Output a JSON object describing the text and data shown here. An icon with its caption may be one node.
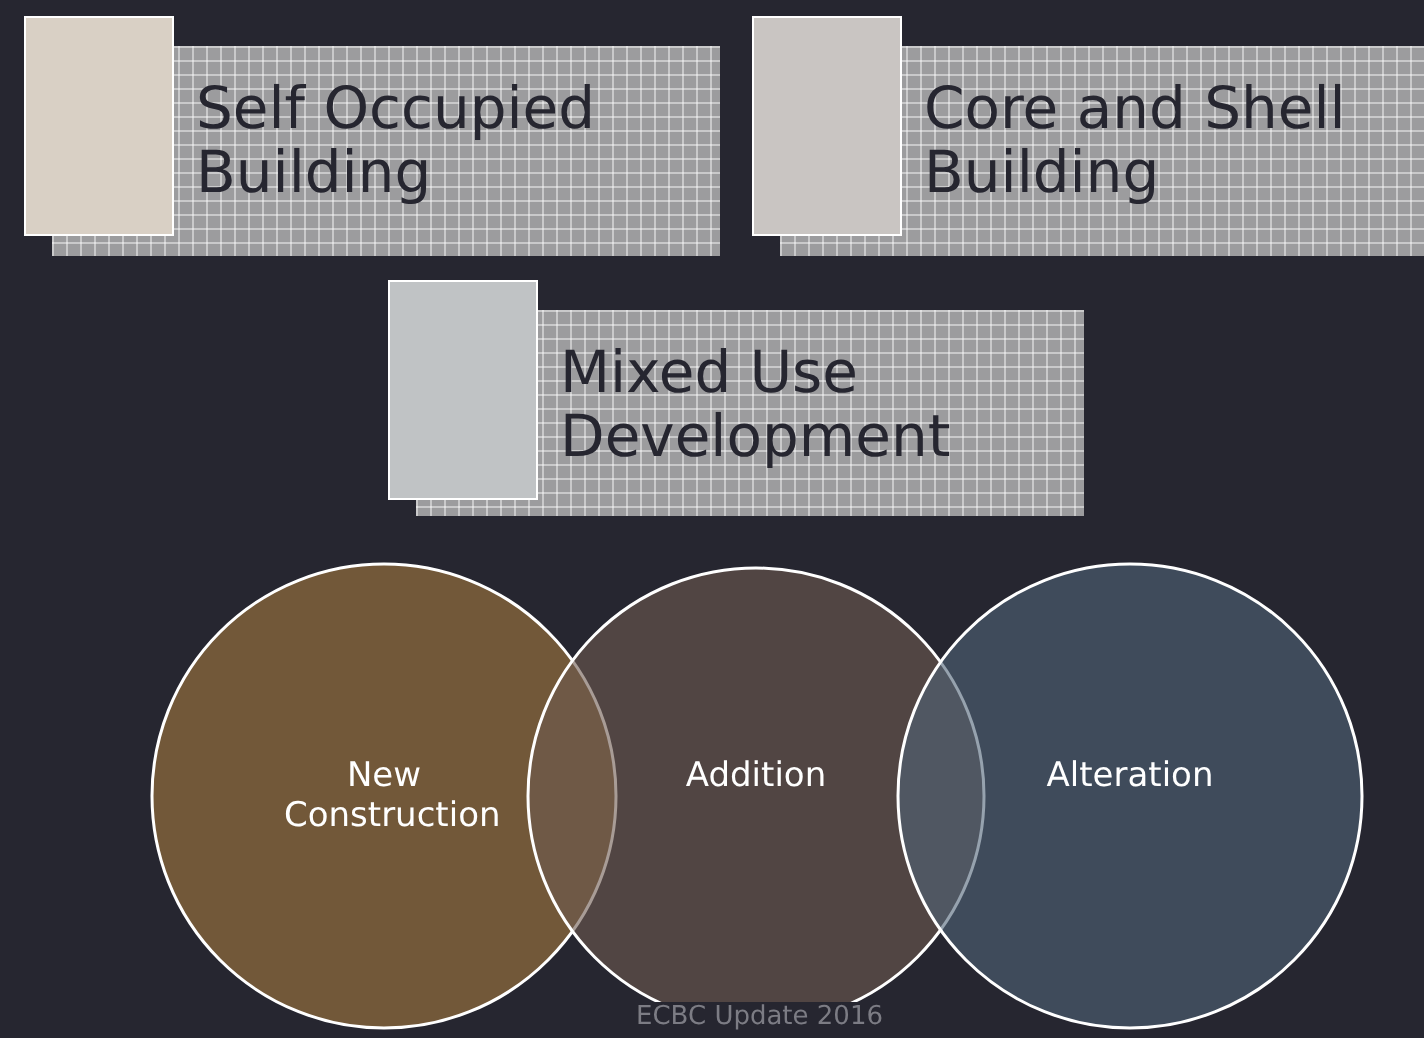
{
  "diagram": {
    "nodes": [
      {
        "text": [
          "Self Occupied Building"
        ]
      },
      {
        "text": [
          "Core and Shell Building"
        ]
      },
      {
        "text": [
          "Mixed Use Development"
        ]
      },
      {
        "text": [
          "New Construction"
        ]
      },
      {
        "text": [
          "Addition"
        ]
      },
      {
        "text": [
          "Alteration"
        ]
      }
    ],
    "labels": [
      "ECBC Update 2016"
    ]
  }
}
